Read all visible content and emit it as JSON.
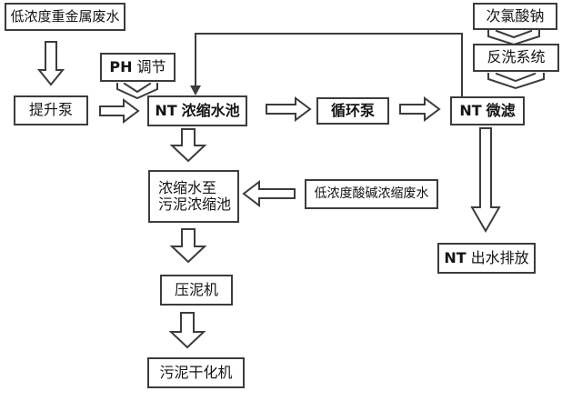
{
  "diagram": {
    "type": "flowchart",
    "background_color": "#ffffff",
    "line_color": "#3c3c3c",
    "text_color": "#141414",
    "nodes": {
      "heavy_metal_wastewater": {
        "label": "低浓度重金属废水"
      },
      "lift_pump": {
        "label": "提升泵"
      },
      "ph_adjust": {
        "bold": "PH",
        "rest": "调节"
      },
      "nt_concentrate_tank": {
        "bold": "NT",
        "rest": "浓缩水池"
      },
      "circulation_pump": {
        "label": "循环泵"
      },
      "nt_microfiltration": {
        "bold": "NT",
        "rest": "微滤"
      },
      "sodium_hypochlorite": {
        "label": "次氯酸钠"
      },
      "backwash_system": {
        "label": "反洗系统"
      },
      "concentrate_to_thickener": {
        "line1": "浓缩水至",
        "line2": "污泥浓缩池"
      },
      "acid_alkali_wastewater": {
        "label": "低浓度酸碱浓缩废水"
      },
      "nt_effluent_discharge": {
        "bold": "NT",
        "rest": "出水排放"
      },
      "sludge_press": {
        "label": "压泥机"
      },
      "sludge_dryer": {
        "label": "污泥干化机"
      }
    },
    "edges": [
      {
        "from": "低浓度重金属废水",
        "to": "提升泵",
        "style": "hollow-block-arrow-down"
      },
      {
        "from": "提升泵",
        "to": "NT浓缩水池",
        "style": "hollow-block-arrow-right"
      },
      {
        "from": "PH调节",
        "to": "NT浓缩水池",
        "style": "chevron-arrow-down"
      },
      {
        "from": "NT浓缩水池",
        "to": "循环泵",
        "style": "hollow-block-arrow-right"
      },
      {
        "from": "循环泵",
        "to": "NT微滤",
        "style": "hollow-block-arrow-right"
      },
      {
        "from": "次氯酸钠",
        "to": "反洗系统",
        "style": "chevron-arrow-down"
      },
      {
        "from": "反洗系统",
        "to": "NT微滤",
        "style": "chevron-arrow-down"
      },
      {
        "from": "NT微滤",
        "to": "NT浓缩水池",
        "style": "solid-line-arrow-recirculation"
      },
      {
        "from": "NT浓缩水池",
        "to": "浓缩水至污泥浓缩池",
        "style": "hollow-block-arrow-down"
      },
      {
        "from": "低浓度酸碱浓缩废水",
        "to": "浓缩水至污泥浓缩池",
        "style": "hollow-block-arrow-left"
      },
      {
        "from": "浓缩水至污泥浓缩池",
        "to": "压泥机",
        "style": "hollow-block-arrow-down"
      },
      {
        "from": "压泥机",
        "to": "污泥干化机",
        "style": "hollow-block-arrow-down"
      },
      {
        "from": "NT微滤",
        "to": "NT出水排放",
        "style": "hollow-block-arrow-down"
      }
    ]
  }
}
